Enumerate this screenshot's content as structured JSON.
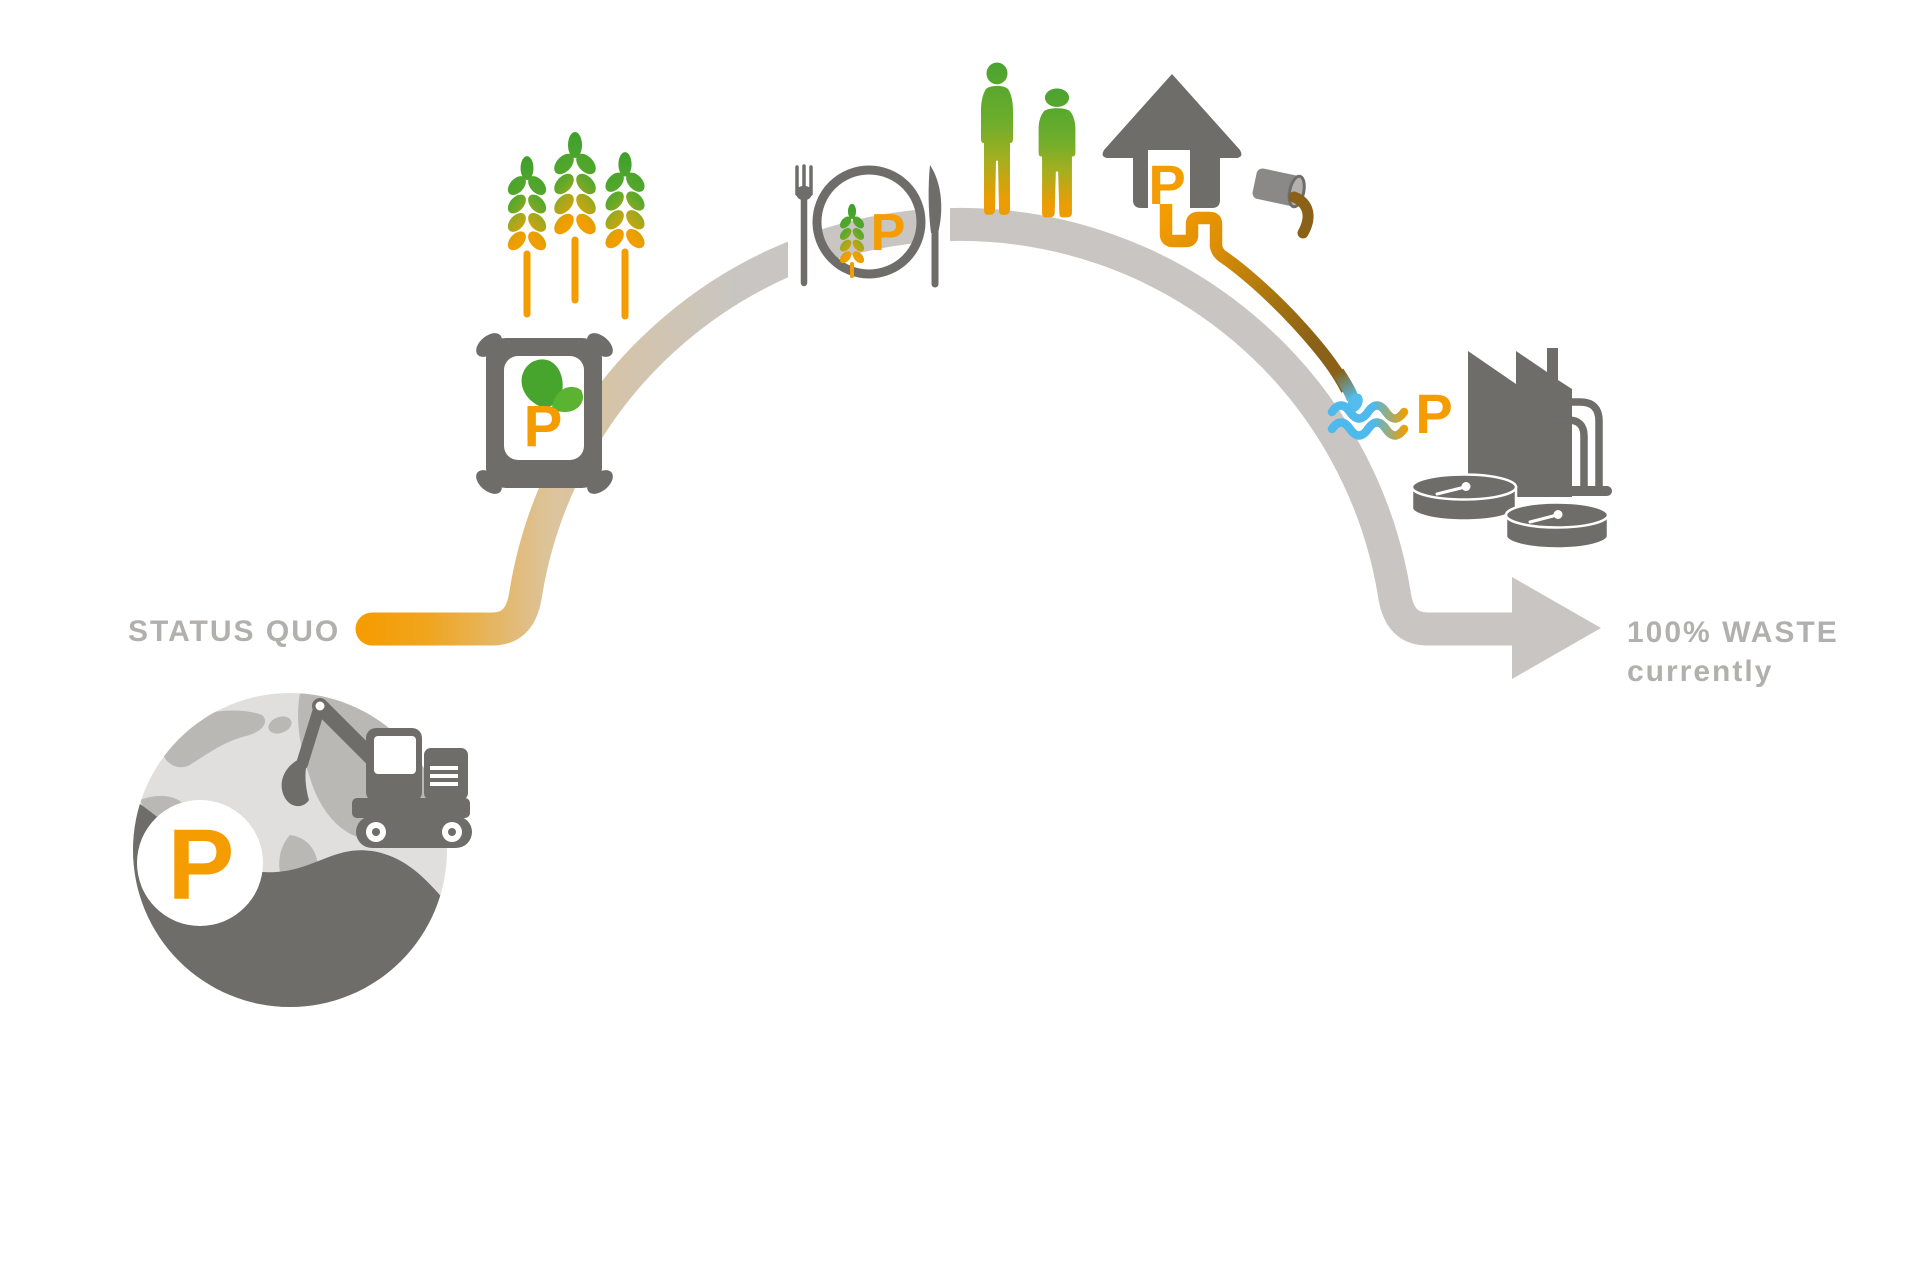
{
  "diagram": {
    "start_label": "STATUS QUO",
    "end_label_line1": "100% WASTE",
    "end_label_line2": "currently",
    "element_symbol": "P"
  },
  "icons": [
    "globe-with-phosphorus-icon",
    "excavator-icon",
    "fertilizer-bag-icon",
    "wheat-stalks-icon",
    "plate-with-cutlery-icon",
    "people-icon",
    "house-icon",
    "sewage-pipe-icon",
    "pouring-cup-icon",
    "water-waves-icon",
    "treatment-plant-icon",
    "flow-arc-arrow"
  ],
  "colors": {
    "orange": "#F59C00",
    "dark_gray": "#6F6D6A",
    "arc_gray": "#C8C5C2",
    "label_gray": "#B2B0AE",
    "tan": "#DCC49C",
    "leaf_green": "#47A52E",
    "sewage_brown": "#8A6117",
    "water_blue": "#4FBBEC"
  }
}
